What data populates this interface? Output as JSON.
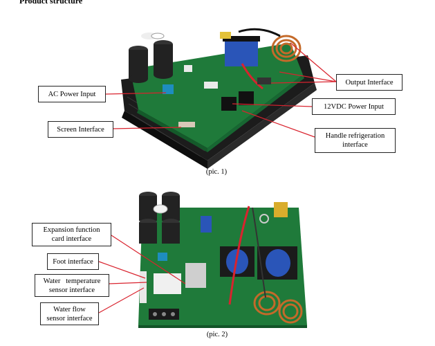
{
  "heading": "Product structure",
  "figure1": {
    "caption": "(pic. 1)",
    "labels": {
      "ac_power_input": "AC Power Input",
      "screen_interface": "Screen Interface",
      "output_interface": "Output Interface",
      "power_12vdc_input": "12VDC Power Input",
      "handle_refrigeration_line1": "Handle refrigeration",
      "handle_refrigeration_line2": "interface"
    }
  },
  "figure2": {
    "caption": "(pic. 2)",
    "labels": {
      "expansion_line1": "Expansion function",
      "expansion_line2": "card interface",
      "foot_interface": "Foot interface",
      "water_temp_line1": "Water   temperature",
      "water_temp_line2": "sensor interface",
      "water_flow_line1": "Water flow",
      "water_flow_line2": "sensor interface"
    }
  },
  "colors": {
    "pcb_green": "#1f7a3a",
    "heatsink": "#1a1a1a",
    "leader_red": "#d9232e",
    "cap_black": "#222222",
    "transformer_blue": "#2a55b8",
    "copper": "#c46a2a"
  }
}
